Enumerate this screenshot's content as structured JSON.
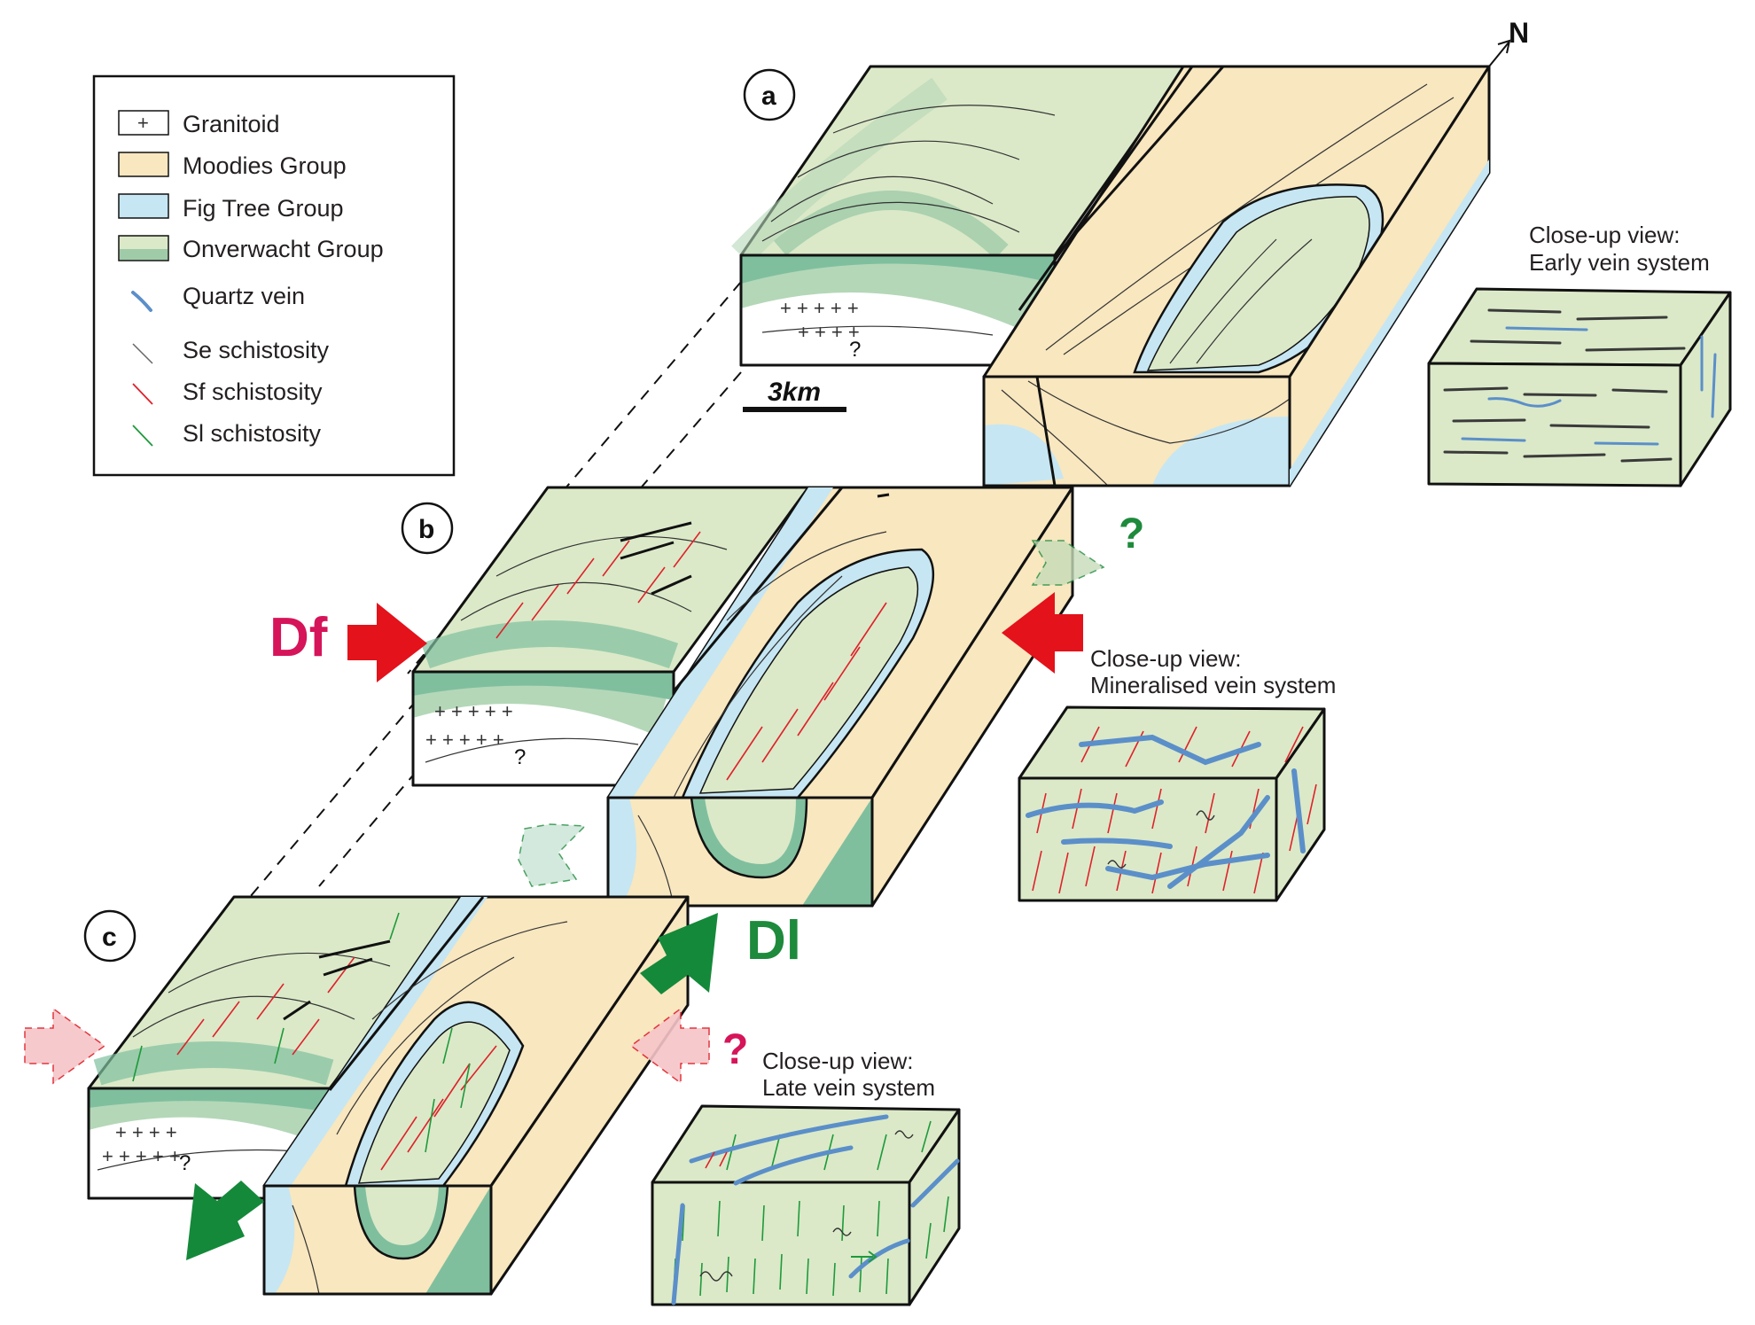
{
  "legend": {
    "items": [
      {
        "label": "Granitoid"
      },
      {
        "label": "Moodies Group"
      },
      {
        "label": "Fig Tree Group"
      },
      {
        "label": "Onverwacht Group"
      },
      {
        "label": "Quartz vein"
      },
      {
        "label": "Se schistosity"
      },
      {
        "label": "Sf schistosity"
      },
      {
        "label": "Sl schistosity"
      }
    ]
  },
  "colors": {
    "moodies": "#f8e7bf",
    "fig_tree": "#c6e6f3",
    "onverwacht_light": "#dbe9c8",
    "onverwacht_mid": "#b4d7b8",
    "onverwacht_dark": "#7fbf9e",
    "quartz": "#5b8fc9",
    "sf": "#e0202a",
    "sl": "#1e9a3c",
    "df_arrow": "#e3121b",
    "dl_arrow": "#14893a"
  },
  "panels": {
    "a": {
      "label": "a"
    },
    "b": {
      "label": "b"
    },
    "c": {
      "label": "c"
    }
  },
  "north": "N",
  "scale_bar": "3km",
  "unknown_marker": "?",
  "deformation": {
    "df": "Df",
    "dl": "Dl",
    "question": "?"
  },
  "closeups": {
    "early": {
      "line1": "Close-up view:",
      "line2": "Early vein system"
    },
    "mineralised": {
      "line1": "Close-up view:",
      "line2": "Mineralised vein system"
    },
    "late": {
      "line1": "Close-up view:",
      "line2": "Late vein system"
    }
  }
}
